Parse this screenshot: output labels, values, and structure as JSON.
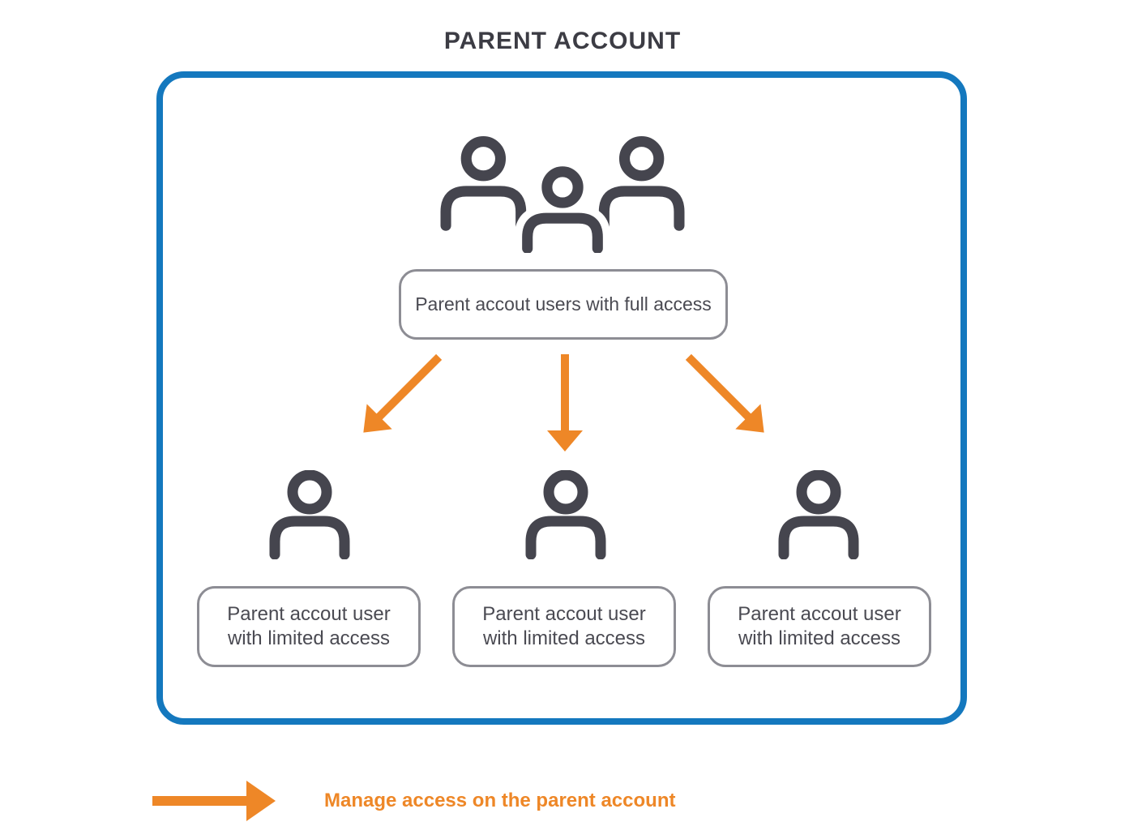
{
  "colors": {
    "blue": "#1478BE",
    "orange": "#EE8727",
    "charcoal": "#45454E",
    "gray": "#8D8D94",
    "titletext": "#3C3C44",
    "boxtext": "#4A4A52"
  },
  "title": "PARENT ACCOUNT",
  "diagram": {
    "full_access_box": {
      "label": "Parent accout users with full access"
    },
    "limited_boxes": [
      {
        "line1": "Parent accout user",
        "line2": "with limited access"
      },
      {
        "line1": "Parent accout user",
        "line2": "with limited access"
      },
      {
        "line1": "Parent accout user",
        "line2": "with limited access"
      }
    ],
    "icons": {
      "group": "users-group-icon",
      "single": "user-icon",
      "arrows": [
        "arrow-down-left-icon",
        "arrow-down-icon",
        "arrow-down-right-icon"
      ]
    }
  },
  "legend": {
    "label": "Manage access on the parent account",
    "icon": "legend-right-arrow-icon"
  }
}
